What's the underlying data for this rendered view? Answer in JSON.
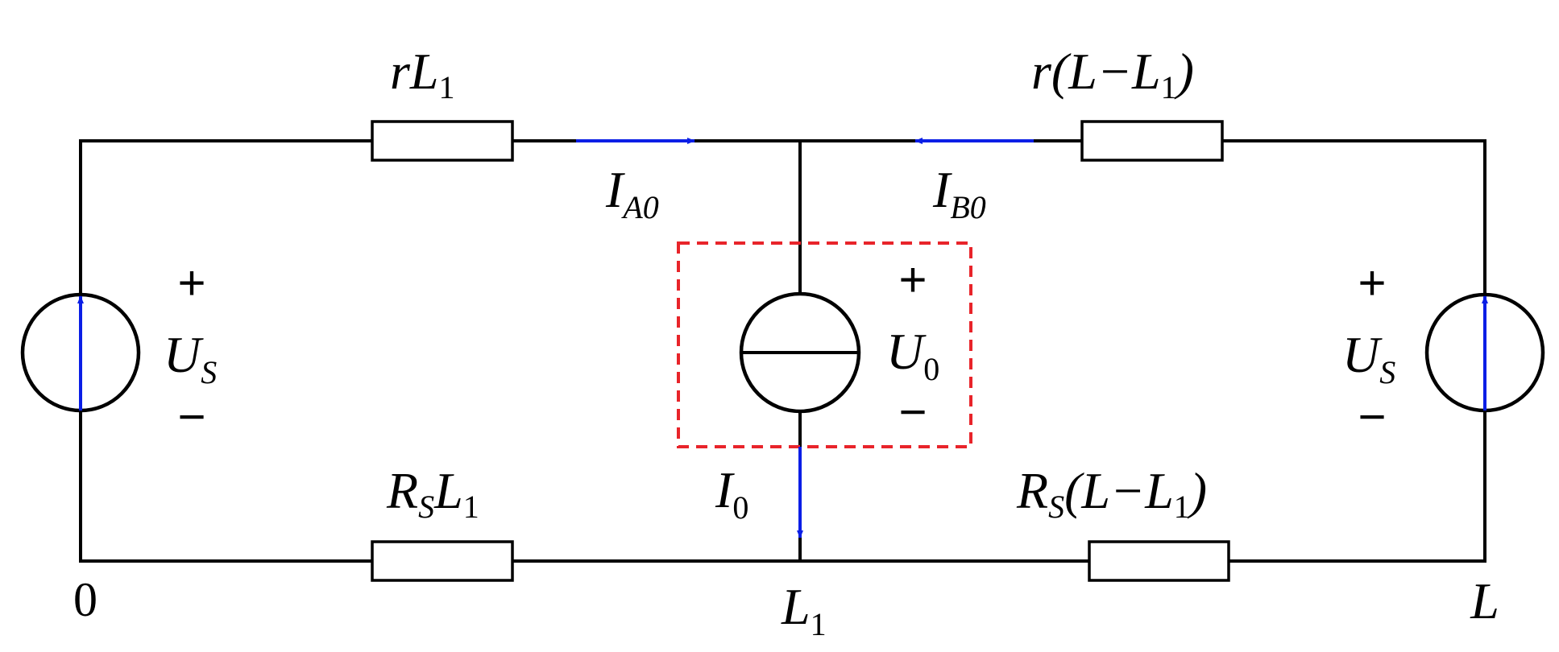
{
  "colors": {
    "wire": "#000000",
    "current_arrow": "#0a1ee6",
    "dashed_box": "#e8242a"
  },
  "labels": {
    "top_left_resistor": {
      "base": "rL",
      "sub": "1"
    },
    "top_right_resistor": {
      "open": "r(L−L",
      "sub": "1",
      "close": ")"
    },
    "bottom_left_resistor": {
      "r": "R",
      "r_sub": "S",
      "l": "L",
      "l_sub": "1"
    },
    "bottom_right_resistor": {
      "r": "R",
      "r_sub": "S",
      "open": "(L−L",
      "sub": "1",
      "close": ")"
    },
    "current_a": {
      "base": "I",
      "sub": "A0"
    },
    "current_b": {
      "base": "I",
      "sub": "B0"
    },
    "current_0": {
      "base": "I",
      "sub": "0"
    },
    "voltage_left": {
      "plus": "+",
      "base": "U",
      "sub": "S",
      "minus": "−"
    },
    "voltage_right": {
      "plus": "+",
      "base": "U",
      "sub": "S",
      "minus": "−"
    },
    "voltage_center": {
      "plus": "+",
      "base": "U",
      "sub": "0",
      "minus": "−"
    },
    "node_start": "0",
    "node_mid": {
      "base": "L",
      "sub": "1"
    },
    "node_end": "L"
  }
}
